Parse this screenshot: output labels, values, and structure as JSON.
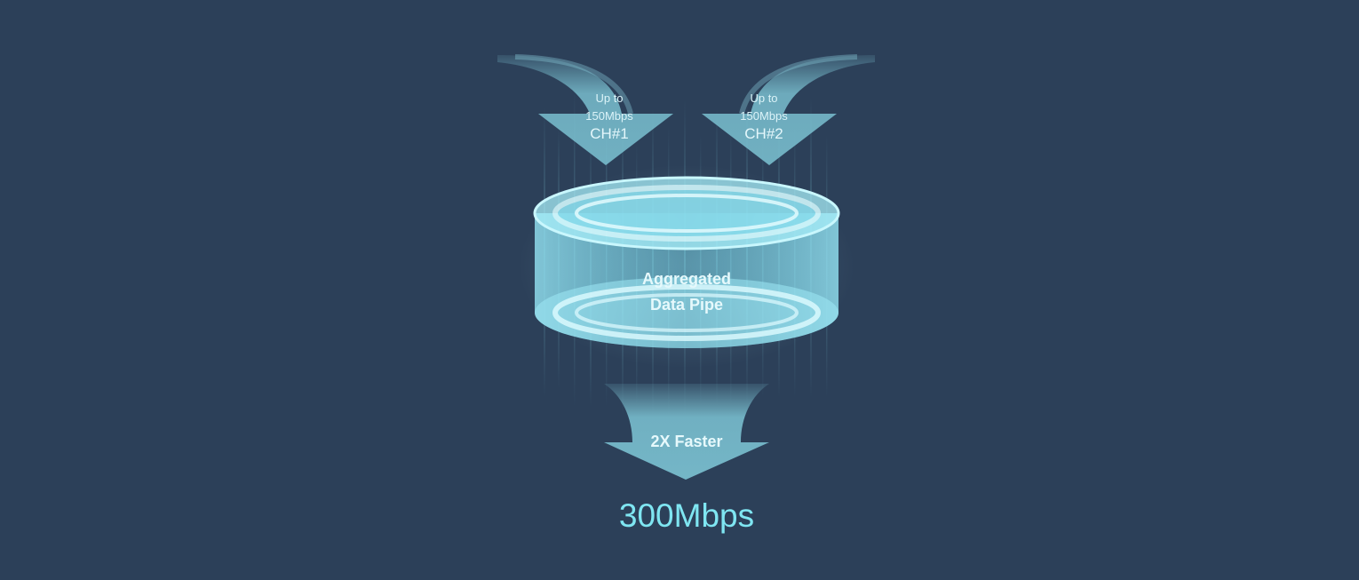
{
  "inputs": [
    {
      "line1": "Up to",
      "line2": "150Mbps",
      "channel": "CH#1"
    },
    {
      "line1": "Up to",
      "line2": "150Mbps",
      "channel": "CH#2"
    }
  ],
  "pipe": {
    "line1": "Aggregated",
    "line2": "Data Pipe"
  },
  "output": {
    "label": "2X Faster",
    "value": "300Mbps"
  },
  "colors": {
    "background": "#2c4059",
    "arrow": "#7cc3d3",
    "pipe": "#9ee9f5",
    "accent": "#7fe6f2"
  }
}
